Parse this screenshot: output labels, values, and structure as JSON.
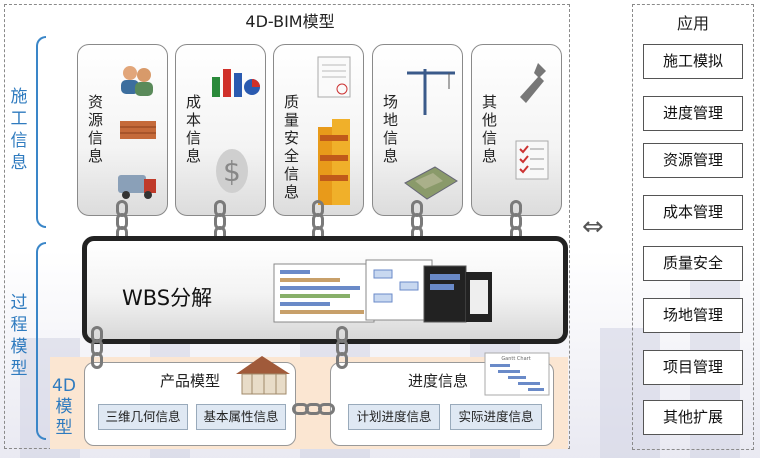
{
  "diagram": {
    "title": "4D-BIM模型",
    "side_labels": {
      "construction_info": "施工信息",
      "process_model": "过程模型",
      "model_4d": "4D模型"
    },
    "info_cards": [
      {
        "label": "资源信息",
        "icon": "workers-materials-truck-icon"
      },
      {
        "label": "成本信息",
        "icon": "chart-dollar-icon"
      },
      {
        "label": "质量安全信息",
        "icon": "document-building-icon"
      },
      {
        "label": "场地信息",
        "icon": "crane-site-icon"
      },
      {
        "label": "其他信息",
        "icon": "wrench-checklist-icon"
      }
    ],
    "wbs": {
      "label": "WBS分解"
    },
    "product_model": {
      "title": "产品模型",
      "chips": [
        "三维几何信息",
        "基本属性信息"
      ]
    },
    "schedule_info": {
      "title": "进度信息",
      "chips": [
        "计划进度信息",
        "实际进度信息"
      ],
      "gantt_caption": "Gantt Chart"
    },
    "applications": {
      "title": "应用",
      "items": [
        "施工模拟",
        "进度管理",
        "资源管理",
        "成本管理",
        "质量安全",
        "场地管理",
        "项目管理",
        "其他扩展"
      ]
    },
    "connector": "⇔"
  },
  "colors": {
    "side_label": "#2f7bbf",
    "model_4d_bg": "#fbe6d2",
    "chip_bg": "#dfe8f3",
    "wbs_border": "#222222"
  }
}
